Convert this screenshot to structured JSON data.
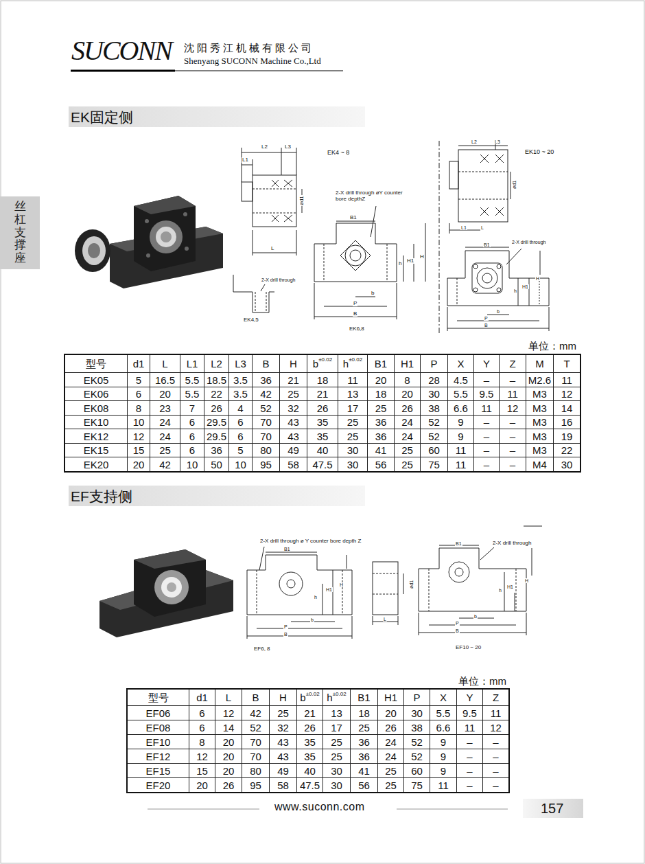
{
  "diagram": {
    "nodes": [
      {
        "text": [
          "丝杠支撑座"
        ]
      },
      {
        "text": [
          "EK固定侧"
        ]
      },
      {
        "text": [
          "EF支持侧"
        ]
      },
      {
        "text": [
          "157"
        ]
      }
    ],
    "labels": [
      "SUCONN",
      "沈阳秀江机械有限公司",
      "Shenyang SUCONN Machine Co.,Ltd",
      "L2",
      "L3",
      "L1",
      "ød1",
      "L",
      "EK4 ~ 8",
      "2-X drill through øY counter bore depthZ",
      "B1",
      "h",
      "H1",
      "H",
      "b",
      "P",
      "B",
      "2-X drill through",
      "EK4,5",
      "EK6,8",
      "L2",
      "L3",
      "EK10 ~ 20",
      "ød1",
      "L1",
      "L",
      "B1",
      "2-X drill through",
      "H",
      "H1",
      "h",
      "b",
      "P",
      "B",
      "单位：mm",
      "型号",
      "d1",
      "L",
      "L1",
      "L2",
      "L3",
      "B",
      "H",
      "b",
      "±0.02",
      "h",
      "±0.02",
      "B1",
      "H1",
      "P",
      "X",
      "Y",
      "Z",
      "M",
      "T",
      "EK05",
      "5",
      "16.5",
      "5.5",
      "18.5",
      "3.5",
      "36",
      "21",
      "18",
      "11",
      "20",
      "8",
      "28",
      "4.5",
      "–",
      "–",
      "M2.6",
      "11",
      "EK06",
      "6",
      "20",
      "5.5",
      "22",
      "3.5",
      "42",
      "25",
      "21",
      "13",
      "18",
      "20",
      "30",
      "5.5",
      "9.5",
      "11",
      "M3",
      "12",
      "EK08",
      "8",
      "23",
      "7",
      "26",
      "4",
      "52",
      "32",
      "26",
      "17",
      "25",
      "26",
      "38",
      "6.6",
      "11",
      "12",
      "M3",
      "14",
      "EK10",
      "10",
      "24",
      "6",
      "29.5",
      "6",
      "70",
      "43",
      "35",
      "25",
      "36",
      "24",
      "52",
      "9",
      "–",
      "–",
      "M3",
      "16",
      "EK12",
      "12",
      "24",
      "6",
      "29.5",
      "6",
      "70",
      "43",
      "35",
      "25",
      "36",
      "24",
      "52",
      "9",
      "–",
      "–",
      "M3",
      "19",
      "EK15",
      "15",
      "25",
      "6",
      "36",
      "5",
      "80",
      "49",
      "40",
      "30",
      "41",
      "25",
      "60",
      "11",
      "–",
      "–",
      "M3",
      "22",
      "EK20",
      "20",
      "42",
      "10",
      "50",
      "10",
      "95",
      "58",
      "47.5",
      "30",
      "56",
      "25",
      "75",
      "11",
      "–",
      "–",
      "M4",
      "30",
      "2-X drill through ø Y counter bore depth Z",
      "B1",
      "h",
      "H1",
      "H",
      "b",
      "P",
      "B",
      "ød1",
      "L",
      "B1",
      "2-X drill through",
      "H",
      "H1",
      "h",
      "b",
      "P",
      "B",
      "EF6, 8",
      "EF10 ~ 20",
      "单位：mm",
      "型号",
      "d1",
      "L",
      "B",
      "H",
      "b",
      "±0.02",
      "h",
      "±0.02",
      "B1",
      "H1",
      "P",
      "X",
      "Y",
      "Z",
      "EF06",
      "6",
      "12",
      "42",
      "25",
      "21",
      "13",
      "18",
      "20",
      "30",
      "5.5",
      "9.5",
      "11",
      "EF08",
      "6",
      "14",
      "52",
      "32",
      "26",
      "17",
      "25",
      "26",
      "38",
      "6.6",
      "11",
      "12",
      "EF10",
      "8",
      "20",
      "70",
      "43",
      "35",
      "25",
      "36",
      "24",
      "52",
      "9",
      "–",
      "–",
      "EF12",
      "12",
      "20",
      "70",
      "43",
      "35",
      "25",
      "36",
      "24",
      "52",
      "9",
      "–",
      "–",
      "EF15",
      "15",
      "20",
      "80",
      "49",
      "40",
      "30",
      "41",
      "25",
      "60",
      "9",
      "–",
      "–",
      "EF20",
      "20",
      "26",
      "95",
      "58",
      "47.5",
      "30",
      "56",
      "25",
      "75",
      "11",
      "–",
      "–",
      "www.suconn.com"
    ]
  }
}
